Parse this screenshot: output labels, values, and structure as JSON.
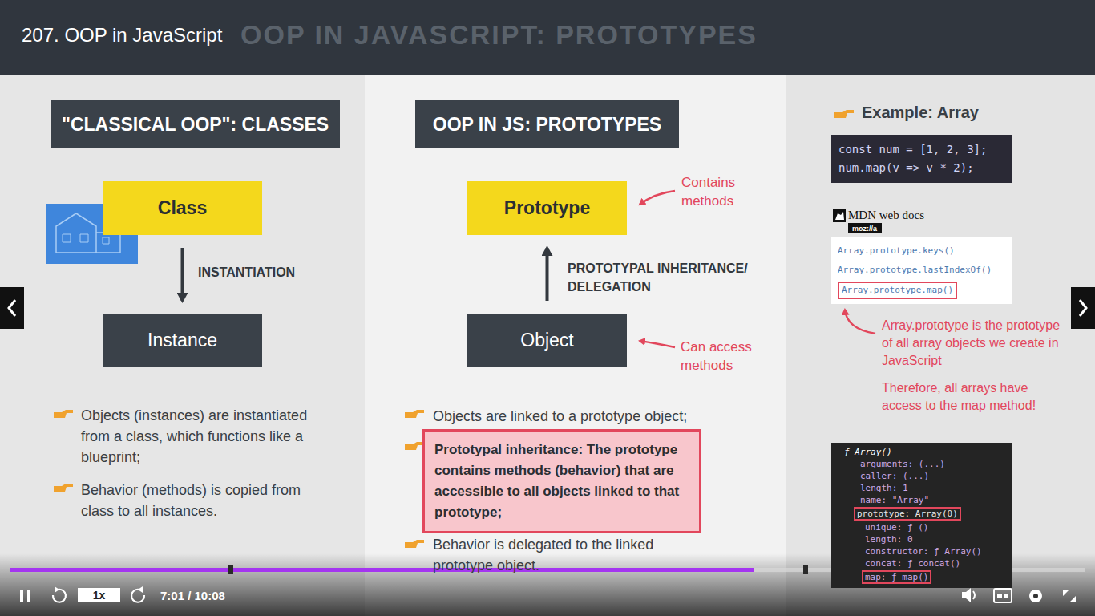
{
  "diagram": {
    "title": "207. OOP in JavaScript",
    "nodes": [
      {
        "text": [
          "\"CLASSICAL OOP\": CLASSES"
        ]
      },
      {
        "text": [
          "Class"
        ]
      },
      {
        "text": [
          "Instance"
        ]
      },
      {
        "text": [
          "OOP IN JS: PROTOTYPES"
        ]
      },
      {
        "text": [
          "Prototype"
        ]
      },
      {
        "text": [
          "Object"
        ]
      },
      {
        "text": [
          "Prototypal inheritance: The prototype contains methods (behavior) that are accessible to all objects linked to that prototype;"
        ]
      },
      {
        "text": [
          "const num = [1, 2, 3];",
          "num.map(v => v * 2);"
        ]
      },
      {
        "text": [
          "Array.prototype.keys()",
          "Array.prototype.lastIndexOf()",
          "Array.prototype.map()"
        ]
      },
      {
        "text": [
          "ƒ Array()",
          "arguments: (...)",
          "caller: (...)",
          "length: 1",
          "name: \"Array\"",
          "prototype: Array(0)",
          "unique: ƒ ()",
          "length: 0",
          "constructor: ƒ Array()",
          "concat: ƒ concat()",
          "map: ƒ map()"
        ]
      }
    ],
    "edges": [
      {
        "from": 1,
        "to": 2,
        "label": "INSTANTIATION",
        "arrow": "to"
      },
      {
        "from": 5,
        "to": 4,
        "label": "PROTOTYPAL INHERITANCE/ DELEGATION",
        "arrow": "to"
      }
    ],
    "labels": [
      "OOP IN JAVASCRIPT: PROTOTYPES",
      "Objects (instances) are instantiated from a class, which functions like a blueprint;",
      "Behavior (methods) is copied from class to all instances.",
      "Contains methods",
      "Can access methods",
      "Objects are linked to a prototype object;",
      "Behavior is delegated to the linked prototype object.",
      "Example: Array",
      "MDN web docs",
      "moz://a",
      "Array.prototype is the prototype of all array objects we create in JavaScript",
      "Therefore, all arrays have access to the map method!",
      "1x",
      "7:01 / 10:08"
    ]
  }
}
